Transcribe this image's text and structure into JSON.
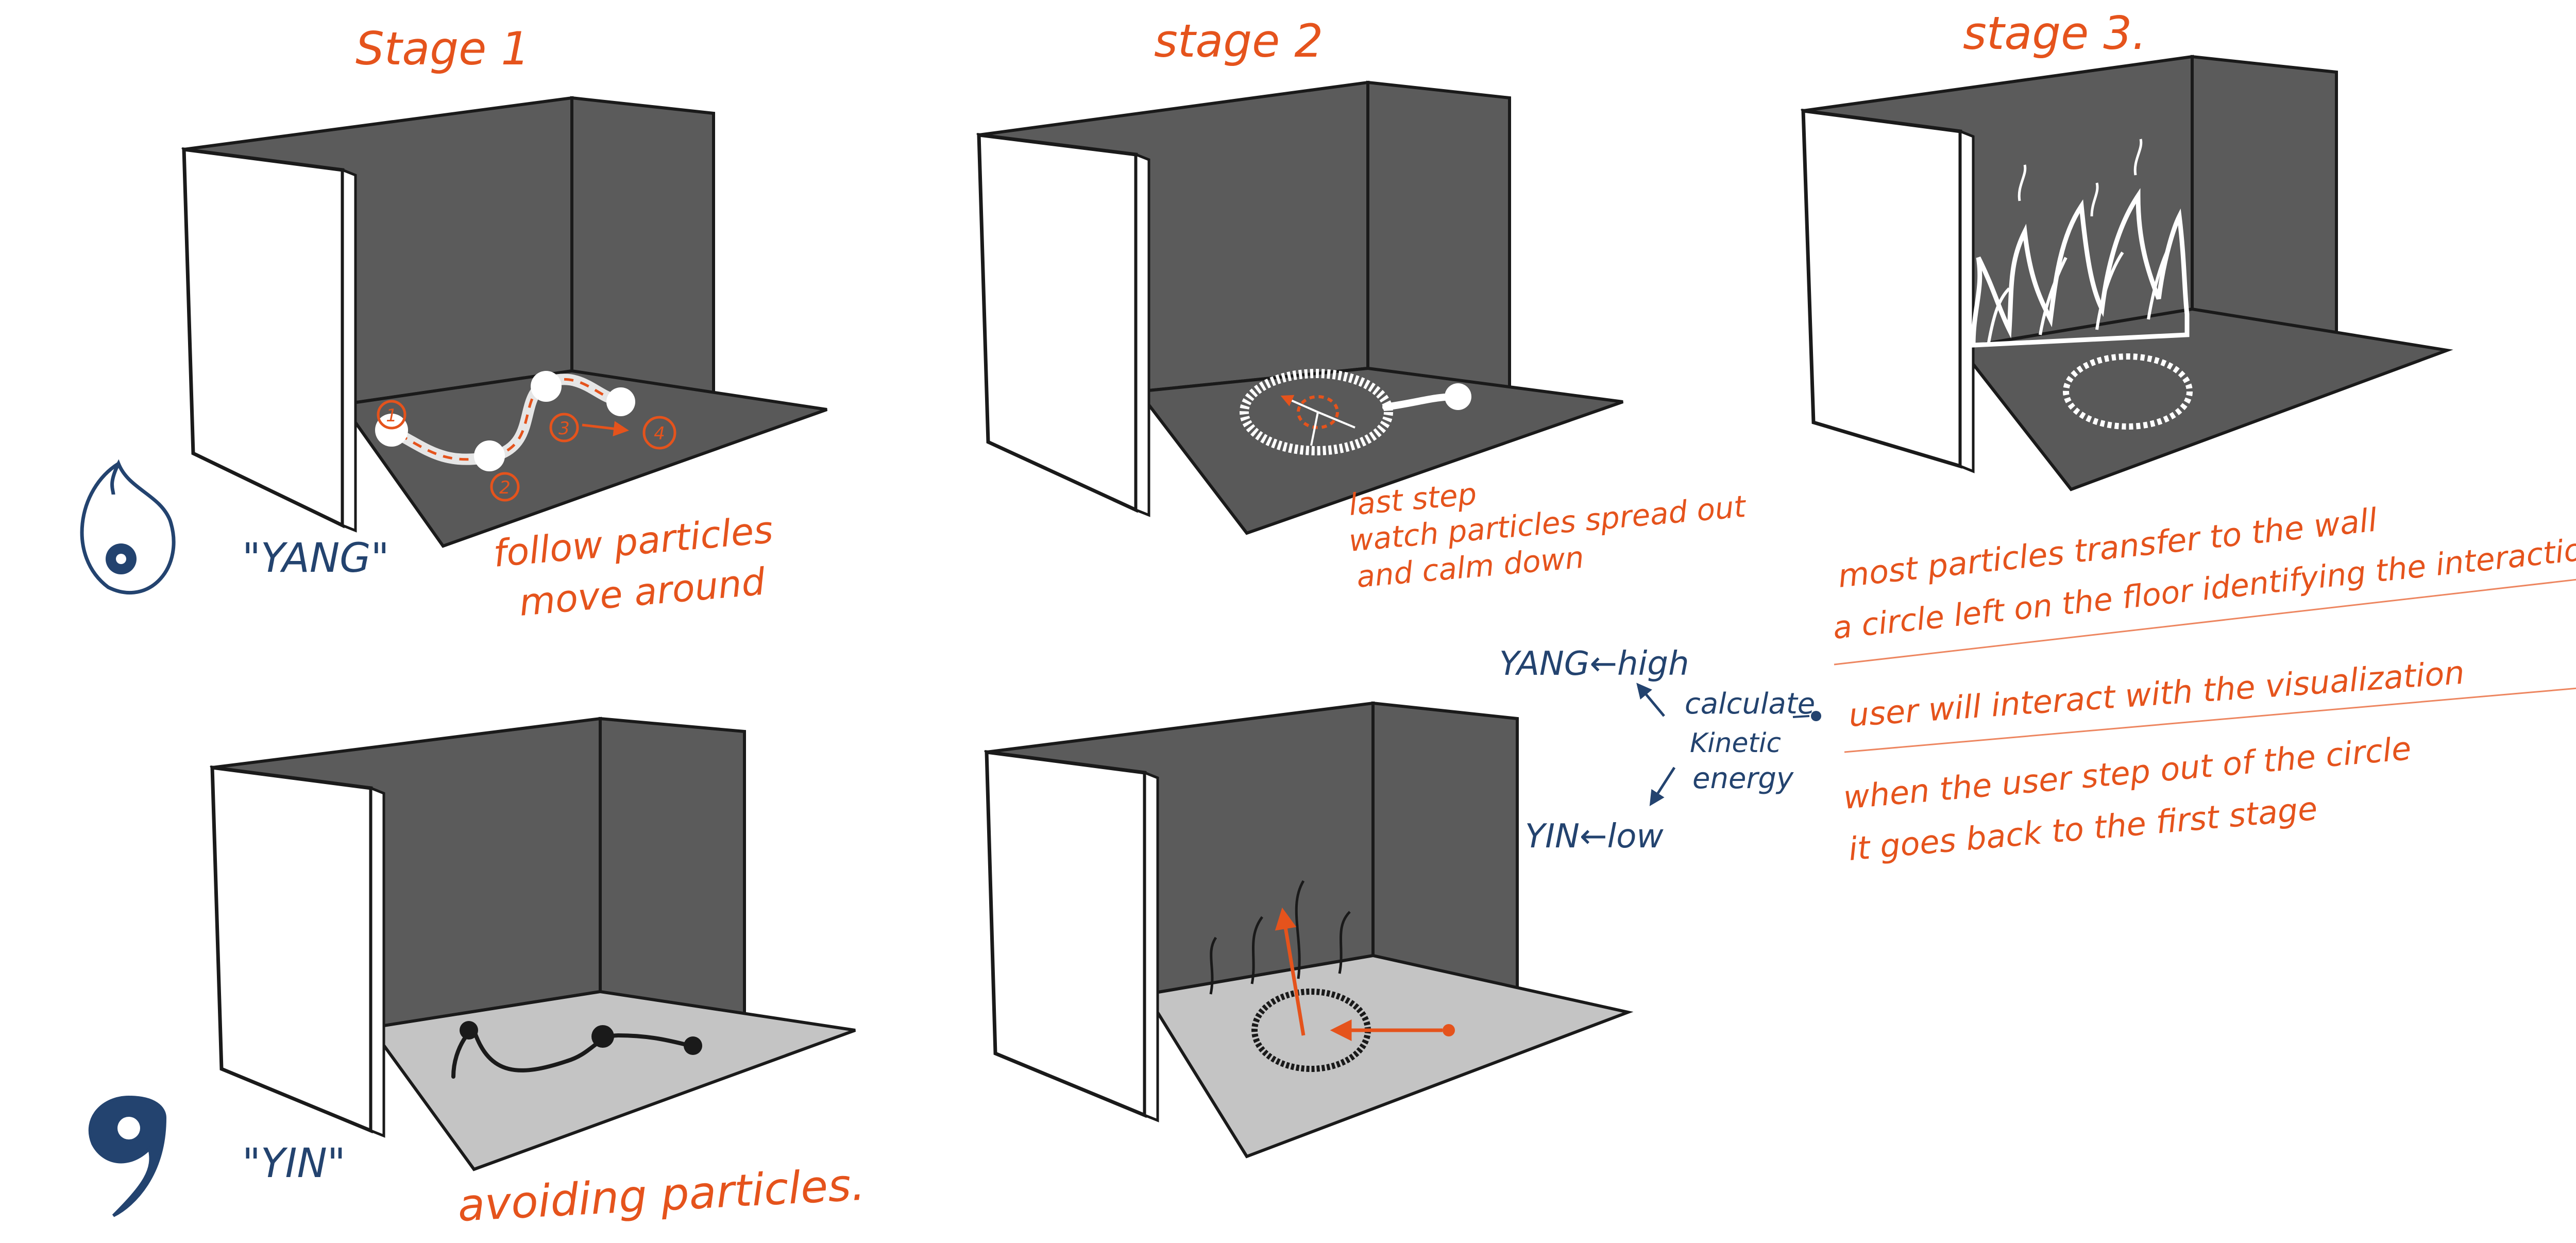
{
  "stages": {
    "stage1": "Stage 1",
    "stage2": "stage 2",
    "stage3": "stage 3."
  },
  "labels": {
    "yang": "\"YANG\"",
    "yin": "\"YIN\"",
    "follow_line1": "follow particles",
    "follow_line2": "move around",
    "avoiding": "avoiding particles.",
    "stage2_line1": "last step",
    "stage2_line2": "watch particles spread out",
    "stage2_line3": "and calm down",
    "stage3_line1": "most particles transfer to the wall",
    "stage3_line2": "a circle left on the floor identifying the interaction area",
    "stage3_line3": "user will interact with the visualization",
    "stage3_line4": "when the user step out of the circle",
    "stage3_line5": "it goes back to the first stage"
  },
  "energy": {
    "yang_high": "YANG←high",
    "yin_low": "YIN←low",
    "calculate": "calculate",
    "kinetic": "Kinetic",
    "energy": "energy"
  },
  "markers": [
    "1",
    "2",
    "3",
    "4"
  ],
  "colors": {
    "annotation_orange": "#e5531c",
    "annotation_navy": "#23436f",
    "wall_dark": "#5b5b5b",
    "floor_light": "#c4c4c4",
    "outline": "#1a1a1a"
  }
}
